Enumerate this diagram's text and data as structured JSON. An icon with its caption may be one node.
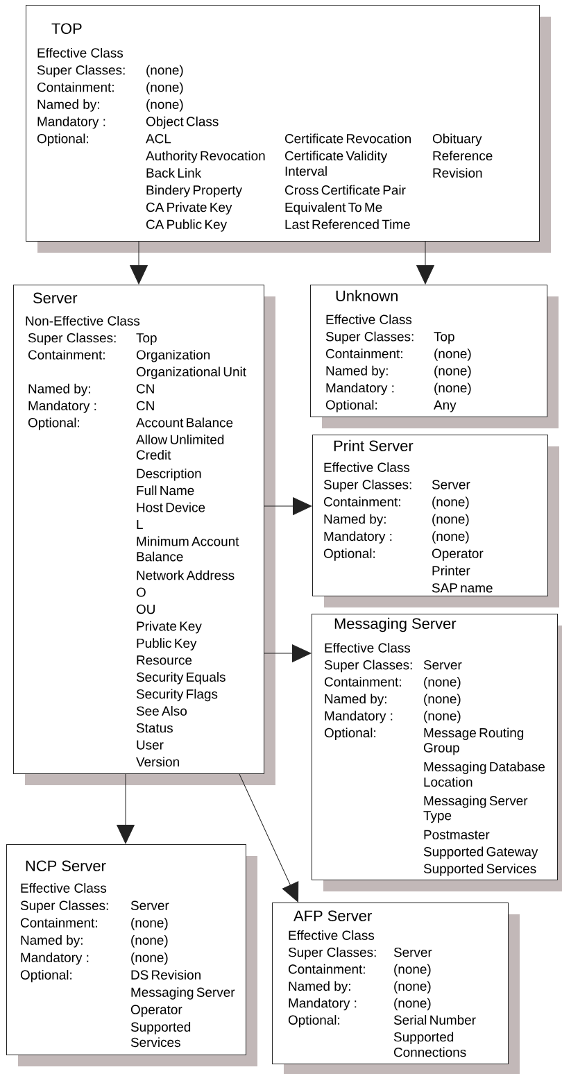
{
  "diagram": {
    "nodes": [
      {
        "text": [
          "TOP",
          "Effective Class",
          "Super Classes:",
          "(none)",
          "Containment:",
          "(none)",
          "Named by:",
          "(none)",
          "Mandatory :",
          "Object Class",
          "Optional:",
          "ACL",
          "Authority Revocation",
          "Back Link",
          "Bindery Property",
          "CA Private Key",
          "CA Public Key",
          "Certificate Revocation",
          "Certificate Validity Interval",
          "Cross Certificate Pair",
          "Equivalent To Me",
          "Last Referenced Time",
          "Obituary",
          "Reference",
          "Revision"
        ]
      },
      {
        "text": [
          "Server",
          "Non-Effective Class",
          "Super Classes:",
          "Top",
          "Containment:",
          "Organization",
          "Organizational Unit",
          "Named by:",
          "CN",
          "Mandatory :",
          "CN",
          "Optional:",
          "Account Balance",
          "Allow Unlimited Credit",
          "Description",
          "Full Name",
          "Host Device",
          "L",
          "Minimum Account Balance",
          "Network Address",
          "O",
          "OU",
          "Private Key",
          "Public Key",
          "Resource",
          "Security Equals",
          "Security Flags",
          "See Also",
          "Status",
          "User",
          "Version"
        ]
      },
      {
        "text": [
          "Unknown",
          "Effective Class",
          "Super Classes:",
          "Top",
          "Containment:",
          "(none)",
          "Named by:",
          "(none)",
          "Mandatory :",
          "(none)",
          "Optional:",
          "Any"
        ]
      },
      {
        "text": [
          "Print Server",
          "Effective Class",
          "Super Classes:",
          "Server",
          "Containment:",
          "(none)",
          "Named by:",
          "(none)",
          "Mandatory :",
          "(none)",
          "Optional:",
          "Operator",
          "Printer",
          "SAP name"
        ]
      },
      {
        "text": [
          "Messaging Server",
          "Effective Class",
          "Super Classes:",
          "Server",
          "Containment:",
          "(none)",
          "Named by:",
          "(none)",
          "Mandatory :",
          "(none)",
          "Optional:",
          "Message Routing Group",
          "Messaging Database Location",
          "Messaging Server Type",
          "Postmaster",
          "Supported Gateway",
          "Supported Services"
        ]
      },
      {
        "text": [
          "NCP Server",
          "Effective Class",
          "Super Classes:",
          "Server",
          "Containment:",
          "(none)",
          "Named by:",
          "(none)",
          "Mandatory :",
          "(none)",
          "Optional:",
          "DS Revision",
          "Messaging Server",
          "Operator",
          "Supported Services"
        ]
      },
      {
        "text": [
          "AFP Server",
          "Effective Class",
          "Super Classes:",
          "Server",
          "Containment:",
          "(none)",
          "Named by:",
          "(none)",
          "Mandatory :",
          "(none)",
          "Optional:",
          "Serial Number",
          "Supported Connections"
        ]
      }
    ],
    "edges": [
      {
        "from": 0,
        "to": 1,
        "arrow": "to"
      },
      {
        "from": 0,
        "to": 2,
        "arrow": "to"
      },
      {
        "from": 1,
        "to": 3,
        "arrow": "to"
      },
      {
        "from": 1,
        "to": 4,
        "arrow": "to"
      },
      {
        "from": 1,
        "to": 5,
        "arrow": "to"
      },
      {
        "from": 1,
        "to": 6,
        "arrow": "to"
      }
    ]
  }
}
